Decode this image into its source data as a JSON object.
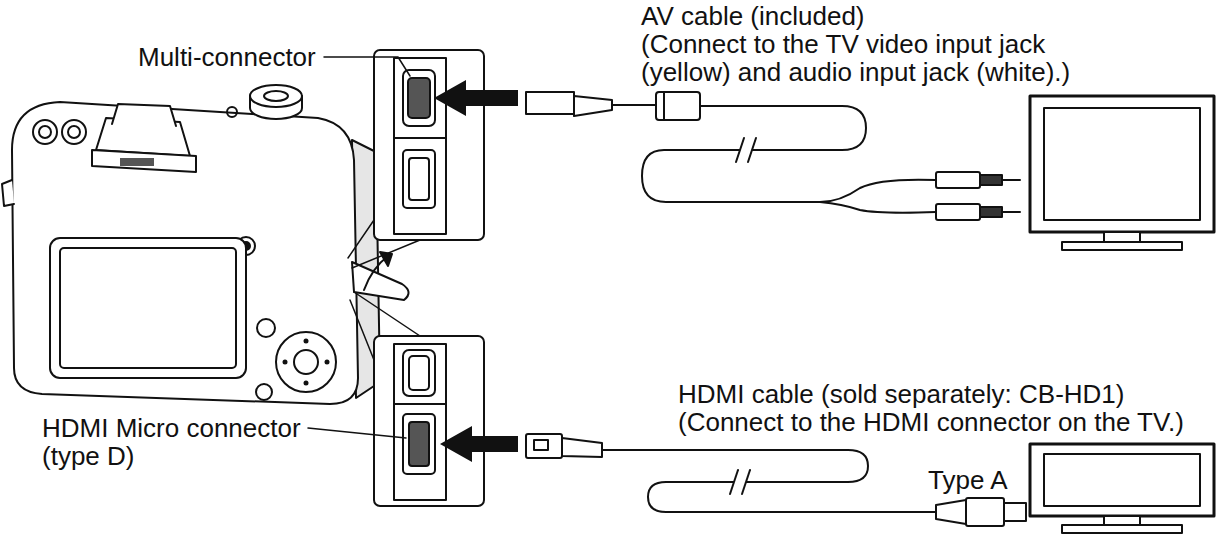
{
  "diagram": {
    "labels": [
      "Multi-connector",
      "AV cable (included)",
      "(Connect to the TV video input jack (yellow) and audio input jack (white).)",
      "HDMI cable (sold separately: CB-HD1)",
      "(Connect to the HDMI connector on the TV.)",
      "HDMI Micro connector (type D)",
      "Type A"
    ]
  }
}
